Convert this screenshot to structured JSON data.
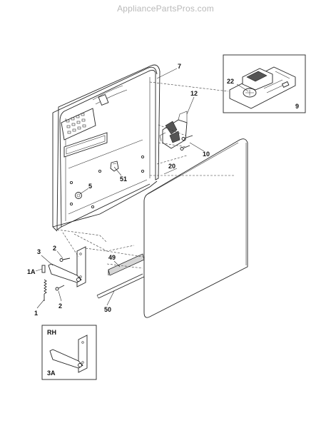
{
  "watermark": "AppliancePartsPros.com",
  "callouts": {
    "p7": "7",
    "p12": "12",
    "p22": "22",
    "p9": "9",
    "p10": "10",
    "p20": "20",
    "p51": "51",
    "p5": "5",
    "p3": "3",
    "p2a": "2",
    "p1a": "1A",
    "p1": "1",
    "p2b": "2",
    "p49": "49",
    "p50": "50"
  },
  "inset_rh": {
    "title": "RH",
    "part": "3A"
  }
}
